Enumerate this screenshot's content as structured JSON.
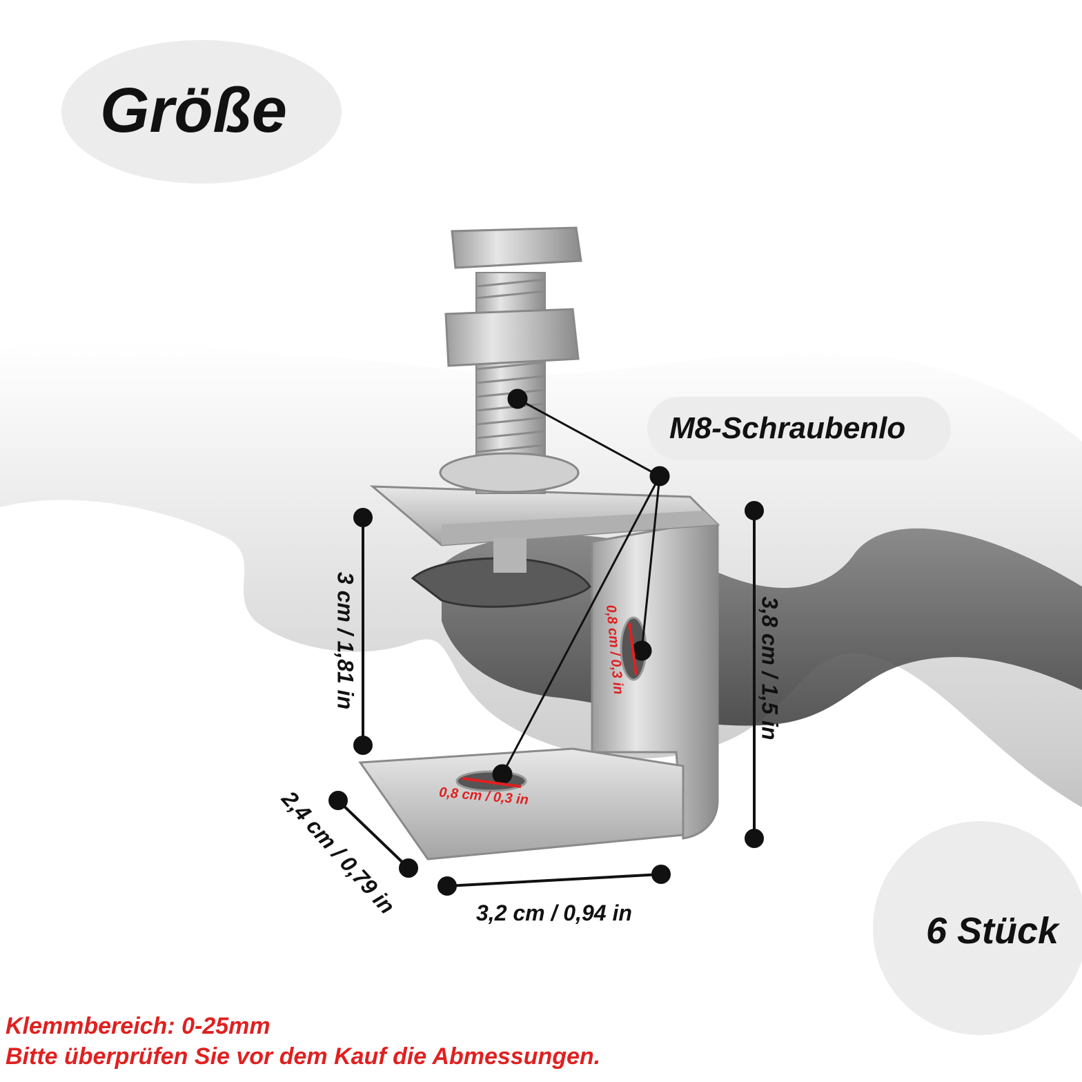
{
  "title": "Größe",
  "callout": "M8-Schraubenlo",
  "quantity": "6 Stück",
  "dimensions": {
    "height_inner": "3 cm / 1,81 in",
    "height_outer": "3,8 cm / 1,5 in",
    "depth": "2,4 cm / 0,79 in",
    "width": "3,2 cm / 0,94 in",
    "hole_side": "0,8 cm / 0,3 in",
    "hole_bottom": "0,8 cm / 0,3 in"
  },
  "notes": {
    "line1": "Klemmbereich:  0-25mm",
    "line2": "Bitte überprüfen Sie vor dem Kauf die Abmessungen."
  },
  "colors": {
    "note_text": "#e02020",
    "steel": "#c8c8c8",
    "wave_dark": "#4a4a4a"
  }
}
